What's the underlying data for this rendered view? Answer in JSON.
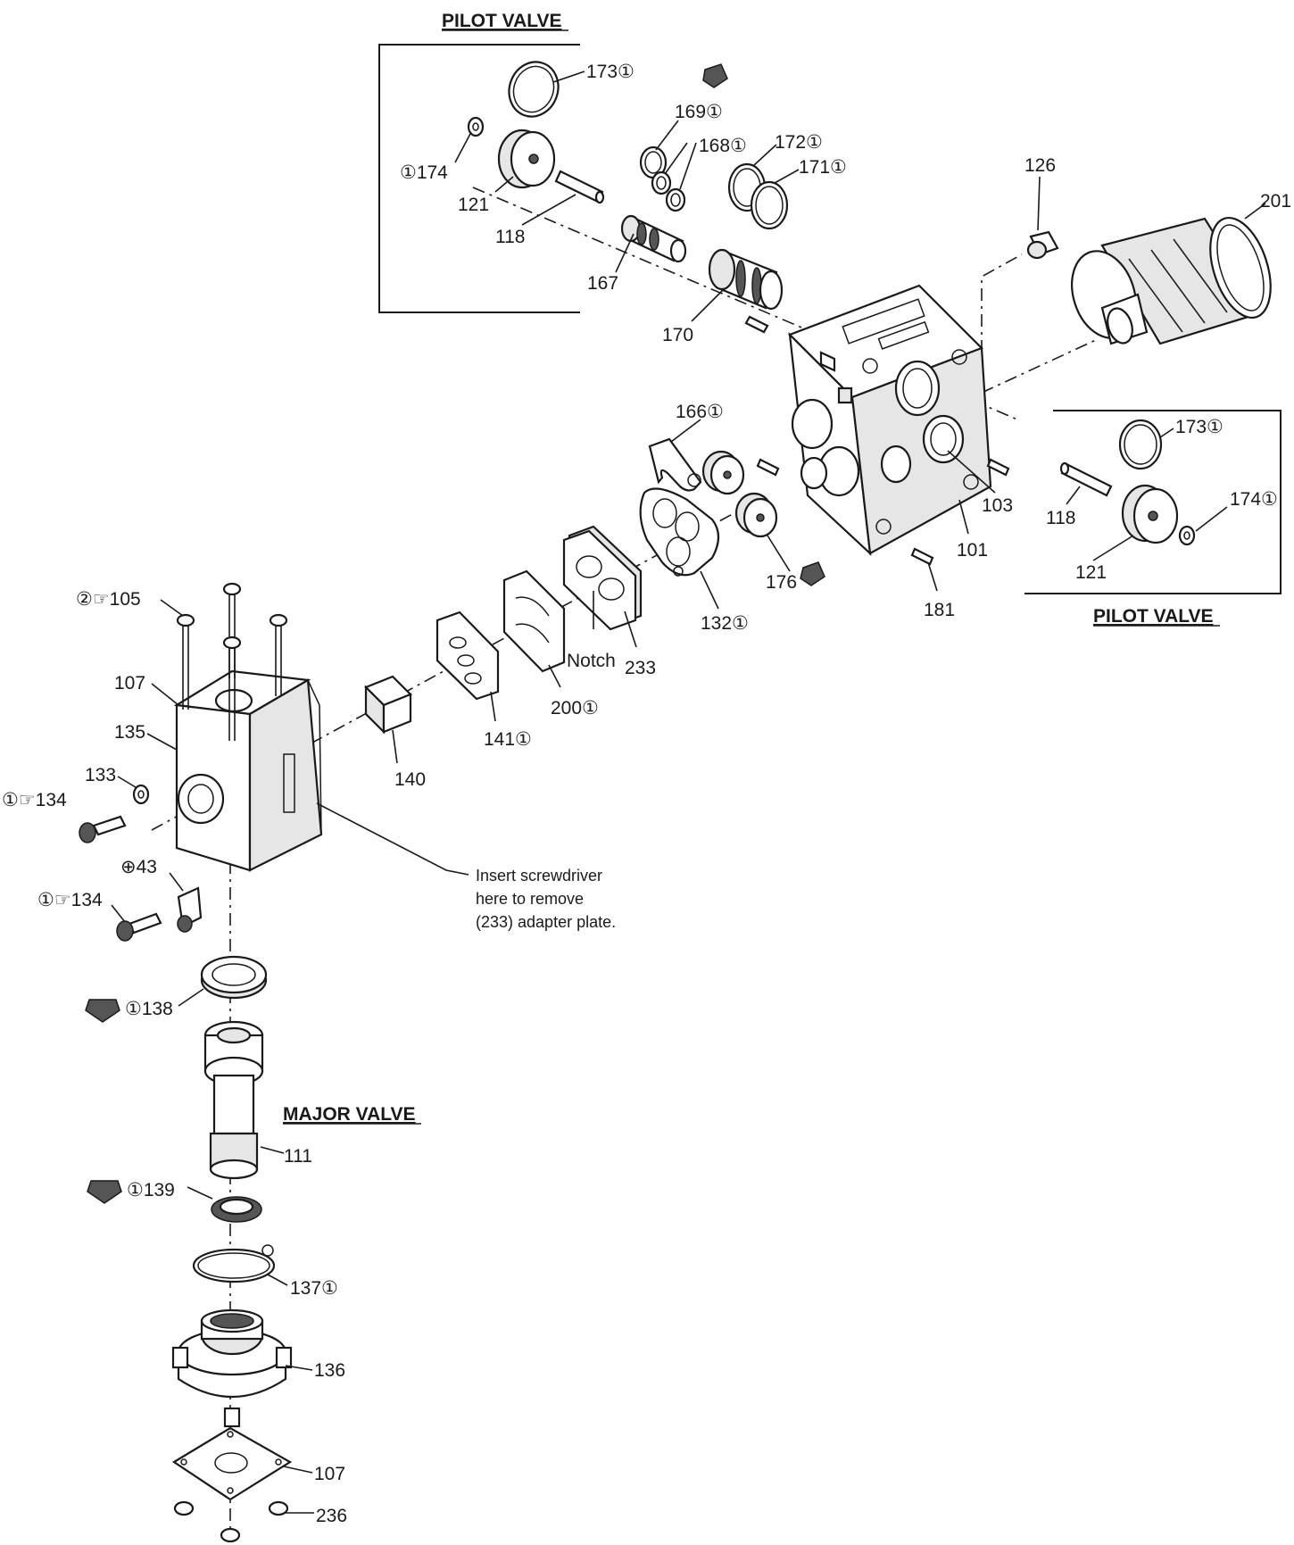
{
  "sections": {
    "pilot_valve_top": "PILOT VALVE",
    "pilot_valve_right": "PILOT VALVE",
    "major_valve": "MAJOR VALVE"
  },
  "note": {
    "line1": "Insert screwdriver",
    "line2": "here to remove",
    "line3": "(233) adapter plate."
  },
  "labels": {
    "p173_top": "173①",
    "p174_top": "①174",
    "p121_top": "121",
    "p118_top": "118",
    "p169": "169①",
    "p168": "168①",
    "p172": "172①",
    "p171": "171①",
    "p167": "167",
    "p170": "170",
    "p126": "126",
    "p201": "201",
    "p166": "166①",
    "p103": "103",
    "p101": "101",
    "p176": "176",
    "p132": "132①",
    "p181": "181",
    "p118_right": "118",
    "p121_right": "121",
    "p173_right": "173①",
    "p174_right": "174①",
    "p233": "233",
    "notch": "Notch",
    "p200": "200①",
    "p141": "141①",
    "p140": "140",
    "p105": "②☞105",
    "p107_top": "107",
    "p135": "135",
    "p133": "133",
    "p134_a": "①☞134",
    "p43": "⊕43",
    "p134_b": "①☞134",
    "p138": "①138",
    "p111": "111",
    "p139": "①139",
    "p137": "137①",
    "p136": "136",
    "p107_bottom": "107",
    "p236": "236"
  }
}
